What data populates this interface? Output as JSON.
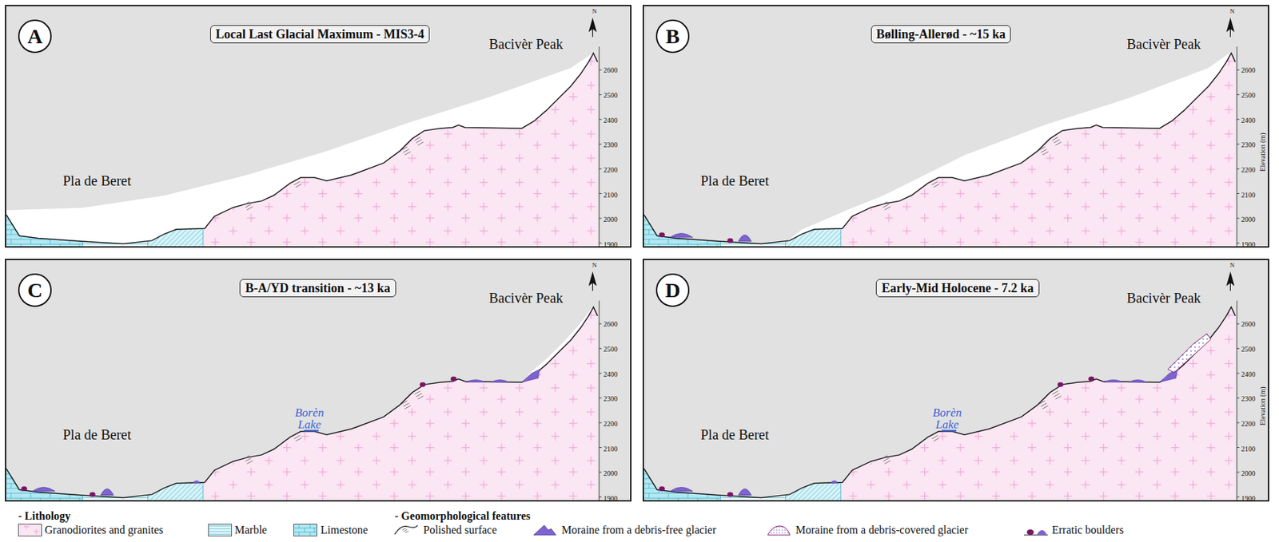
{
  "diagram": {
    "nodes": [
      {
        "text": [
          "A"
        ]
      },
      {
        "text": [
          "Local Last Glacial Maximum - MIS3-4"
        ]
      },
      {
        "text": [
          "B"
        ]
      },
      {
        "text": [
          "Bølling-Allerød - ~15 ka"
        ]
      },
      {
        "text": [
          "C"
        ]
      },
      {
        "text": [
          "B-A/YD transition - ~13 ka"
        ]
      },
      {
        "text": [
          "D"
        ]
      },
      {
        "text": [
          "Early-Mid Holocene - 7.2 ka"
        ]
      }
    ],
    "labels": [
      "Bacivèr Peak",
      "Pla de Beret",
      "N",
      "2600",
      "2500",
      "2400",
      "2300",
      "2200",
      "2100",
      "2000",
      "1900",
      "Bacivèr Peak",
      "Pla de Beret",
      "N",
      "2600",
      "2500",
      "2400",
      "2300",
      "2200",
      "2100",
      "2000",
      "1900",
      "Elevation (m)",
      "Bacivèr Peak",
      "Pla de Beret",
      "N",
      "2600",
      "2500",
      "2400",
      "2300",
      "2200",
      "2100",
      "2000",
      "1900",
      "Borèn Lake",
      "Bacivèr Peak",
      "Pla de Beret",
      "N",
      "2600",
      "2500",
      "2400",
      "2300",
      "2200",
      "2100",
      "2000",
      "1900",
      "Borèn Lake",
      "Elevation (m)",
      "- Lithology",
      "- Geomorphological features"
    ],
    "legend": [
      {
        "text": "Granodiorites and granites",
        "color": "#fbe6f3"
      },
      {
        "text": "Marble",
        "color": "#e6f8fb"
      },
      {
        "text": "Limestone",
        "color": "#b4e8f2"
      },
      {
        "text": "Polished surface"
      },
      {
        "text": "Moraine from a debris-free glacier"
      },
      {
        "text": "Moraine from a debris-covered glacier"
      },
      {
        "text": "Erratic boulders"
      }
    ]
  }
}
